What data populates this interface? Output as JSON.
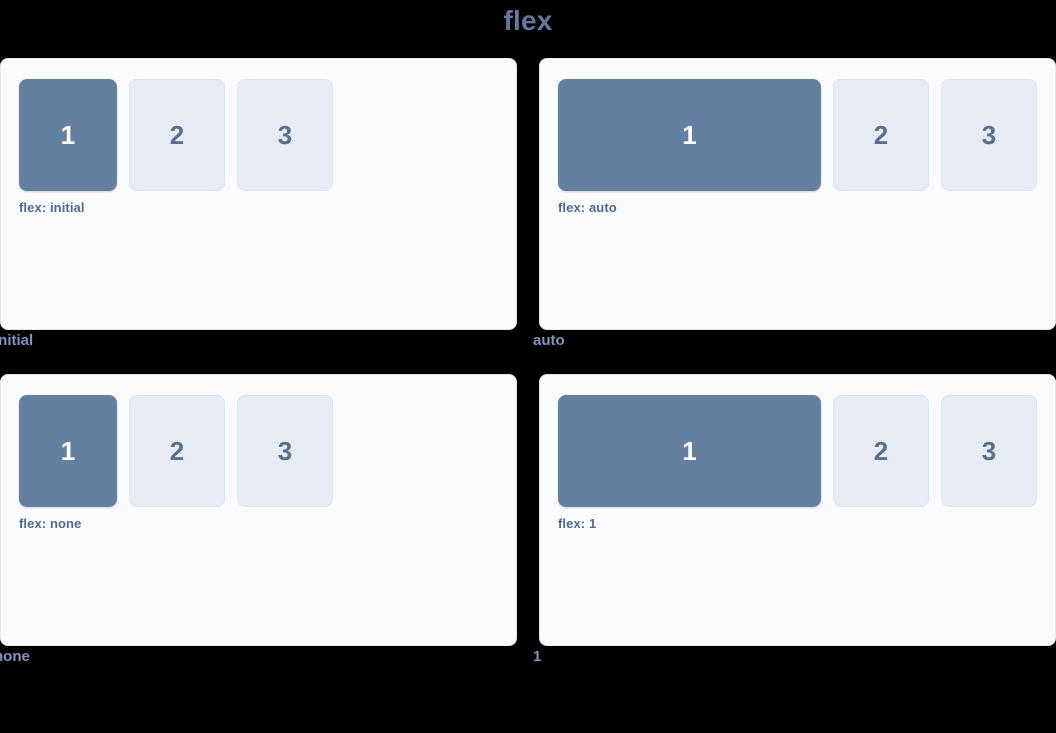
{
  "title": "flex",
  "theme": {
    "background": "#000000",
    "panel_bg": "#fafbfd",
    "panel_border": "#e2e8f0",
    "title_color": "#64789f",
    "caption_color": "#7e96bf",
    "note_color": "#4f6a92",
    "primary_box_bg": "#6480a0",
    "primary_box_text": "#ffffff",
    "plain_box_bg": "#e6ebf4",
    "plain_box_text": "#5a6f8f"
  },
  "panels": [
    {
      "caption": "initial",
      "note": "flex: initial",
      "boxes": [
        {
          "label": "1",
          "style": "primary"
        },
        {
          "label": "2",
          "style": "plain"
        },
        {
          "label": "3",
          "style": "plain"
        }
      ]
    },
    {
      "caption": "auto",
      "note": "flex: auto",
      "boxes": [
        {
          "label": "1",
          "style": "primary"
        },
        {
          "label": "2",
          "style": "plain"
        },
        {
          "label": "3",
          "style": "plain"
        }
      ]
    },
    {
      "caption": "none",
      "note": "flex: none",
      "boxes": [
        {
          "label": "1",
          "style": "primary"
        },
        {
          "label": "2",
          "style": "plain"
        },
        {
          "label": "3",
          "style": "plain"
        }
      ]
    },
    {
      "caption": "1",
      "note": "flex: 1",
      "boxes": [
        {
          "label": "1",
          "style": "primary"
        },
        {
          "label": "2",
          "style": "plain"
        },
        {
          "label": "3",
          "style": "plain"
        }
      ]
    }
  ]
}
